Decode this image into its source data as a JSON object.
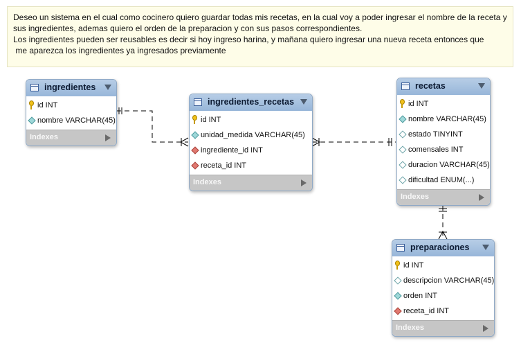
{
  "note": {
    "lines": [
      "Deseo un sistema en el cual como cocinero quiero guardar todas mis recetas, en la cual voy a poder ingresar el nombre de la receta y",
      "sus ingredientes, ademas quiero el orden de la preparacion y con sus pasos correspondientes.",
      "Los ingredientes pueden ser reusables es decir si hoy ingreso harina, y mañana quiero ingresar una nueva receta entonces que",
      " me aparezca los ingredientes ya ingresados previamente"
    ]
  },
  "tables": {
    "ingredientes": {
      "name": "ingredientes",
      "columns": [
        {
          "label": "id INT",
          "icon": "primary-key-icon"
        },
        {
          "label": "nombre VARCHAR(45)",
          "icon": "not-null-column-icon"
        }
      ],
      "indexes_label": "Indexes"
    },
    "ingredientes_recetas": {
      "name": "ingredientes_recetas",
      "columns": [
        {
          "label": "id INT",
          "icon": "primary-key-icon"
        },
        {
          "label": "unidad_medida VARCHAR(45)",
          "icon": "not-null-column-icon"
        },
        {
          "label": "ingrediente_id INT",
          "icon": "foreign-key-icon"
        },
        {
          "label": "receta_id INT",
          "icon": "foreign-key-icon"
        }
      ],
      "indexes_label": "Indexes"
    },
    "recetas": {
      "name": "recetas",
      "columns": [
        {
          "label": "id INT",
          "icon": "primary-key-icon"
        },
        {
          "label": "nombre VARCHAR(45)",
          "icon": "not-null-column-icon"
        },
        {
          "label": "estado TINYINT",
          "icon": "nullable-column-icon"
        },
        {
          "label": "comensales INT",
          "icon": "nullable-column-icon"
        },
        {
          "label": "duracion VARCHAR(45)",
          "icon": "nullable-column-icon"
        },
        {
          "label": "dificultad ENUM(...)",
          "icon": "nullable-column-icon"
        }
      ],
      "indexes_label": "Indexes"
    },
    "preparaciones": {
      "name": "preparaciones",
      "columns": [
        {
          "label": "id INT",
          "icon": "primary-key-icon"
        },
        {
          "label": "descripcion VARCHAR(45)",
          "icon": "nullable-column-icon"
        },
        {
          "label": "orden INT",
          "icon": "not-null-column-icon"
        },
        {
          "label": "receta_id INT",
          "icon": "foreign-key-icon"
        }
      ],
      "indexes_label": "Indexes"
    }
  },
  "colors": {
    "header": "#a9c3e2",
    "connector": "#000000",
    "indexes_bar": "#c6c6c6"
  }
}
